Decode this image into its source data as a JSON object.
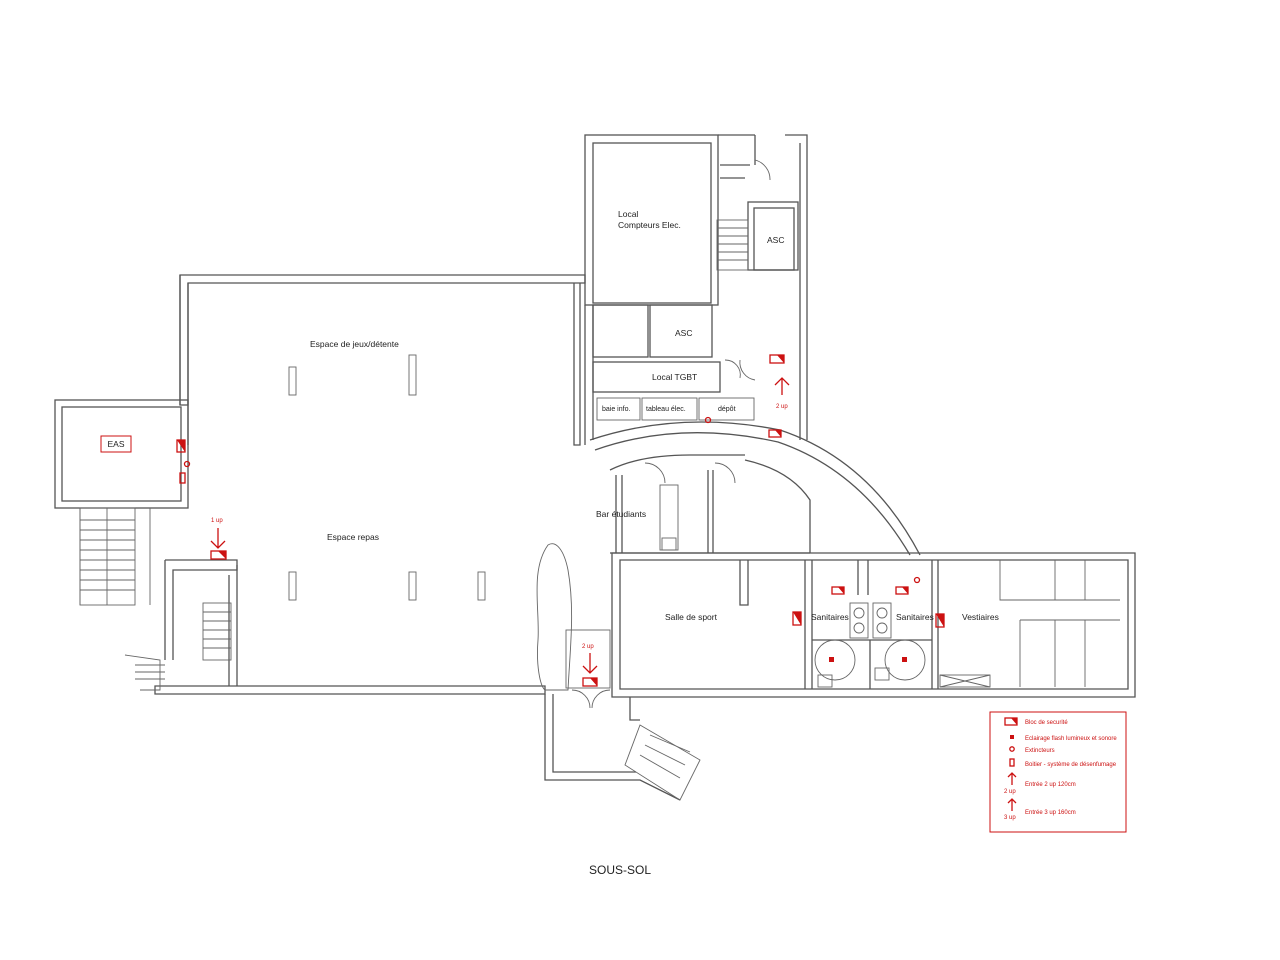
{
  "plan_title": "SOUS-SOL",
  "rooms": {
    "local_compteurs_line1": "Local",
    "local_compteurs_line2": "Compteurs Elec.",
    "asc_top": "ASC",
    "asc_middle": "ASC",
    "local_tgbt": "Local TGBT",
    "baie_info": "baie info.",
    "tableau_elec": "tableau élec.",
    "depot": "dépôt",
    "espace_jeux": "Espace de jeux/détente",
    "eas": "EAS",
    "espace_repas": "Espace repas",
    "bar_etudiants": "Bar étudiants",
    "salle_de_sport": "Salle de sport",
    "sanitaires_1": "Sanitaires",
    "sanitaires_2": "Sanitaires",
    "vestiaires": "Vestiaires"
  },
  "markers": {
    "bs": "BS",
    "entry_2up": "2 up",
    "entry_1up": "1 up"
  },
  "legend": {
    "items": [
      {
        "icon": "safety-block-icon",
        "label": "Bloc de securité"
      },
      {
        "icon": "flash-alarm-icon",
        "label": "Eclairage flash lumineux et sonore"
      },
      {
        "icon": "extinguisher-icon",
        "label": "Extincteurs"
      },
      {
        "icon": "smoke-control-icon",
        "label": "Boitier - système de désenfumage"
      },
      {
        "icon": "entry-arrow-icon",
        "label": "Entrée 2 up 120cm",
        "sub": "2 up"
      },
      {
        "icon": "entry-arrow-icon",
        "label": "Entrée 3 up 160cm",
        "sub": "3 up"
      }
    ]
  },
  "colors": {
    "wall": "#555555",
    "safety_red": "#cc1111",
    "background": "#ffffff"
  }
}
